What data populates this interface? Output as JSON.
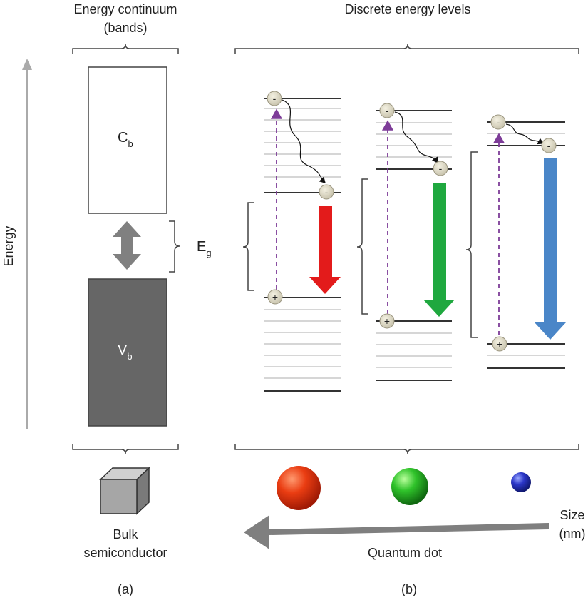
{
  "headings": {
    "continuum_line1": "Energy continuum",
    "continuum_line2": "(bands)",
    "discrete": "Discrete energy levels"
  },
  "axis": {
    "energy": "Energy"
  },
  "bulk": {
    "conduction_main": "C",
    "conduction_sub": "b",
    "valence_main": "V",
    "valence_sub": "b",
    "caption_line1": "Bulk",
    "caption_line2": "semiconductor",
    "panel": "(a)"
  },
  "gap": {
    "main": "E",
    "sub": "g"
  },
  "quantum": {
    "caption": "Quantum dot",
    "panel": "(b)",
    "size_line1": "Size",
    "size_line2": "(nm)"
  },
  "carriers": {
    "electron": "-",
    "hole": "+"
  },
  "colors": {
    "red": "#e31b1b",
    "green": "#1fa83f",
    "blue": "#4a86c8",
    "valence_fill": "#666666",
    "gap_arrow": "#808080",
    "excitation": "#7d3c98"
  }
}
